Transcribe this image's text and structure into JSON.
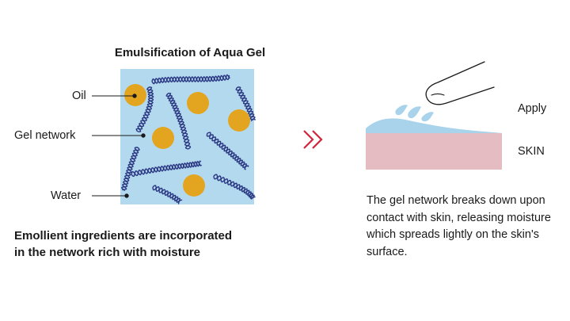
{
  "left_panel": {
    "title": "Emulsification of Aqua Gel",
    "labels": {
      "oil": "Oil",
      "gel_network": "Gel network",
      "water": "Water"
    },
    "caption_line1": "Emollient ingredients are incorporated",
    "caption_line2": "in the network rich with moisture"
  },
  "right_panel": {
    "apply_label": "Apply",
    "skin_label": "SKIN",
    "description": "The gel network breaks down upon contact with skin, releasing moisture which spreads lightly on the skin's surface."
  },
  "colors": {
    "water_bg": "#b3d9ee",
    "oil_droplet": "#e3a520",
    "gel_strand": "#2a3782",
    "arrow": "#d1243a",
    "skin": "#e5bcc2",
    "gel_layer": "#a9d2eb"
  },
  "icons": {
    "arrow": "double-chevron-right-icon",
    "finger": "finger-icon",
    "droplets": "water-droplet-icon"
  }
}
